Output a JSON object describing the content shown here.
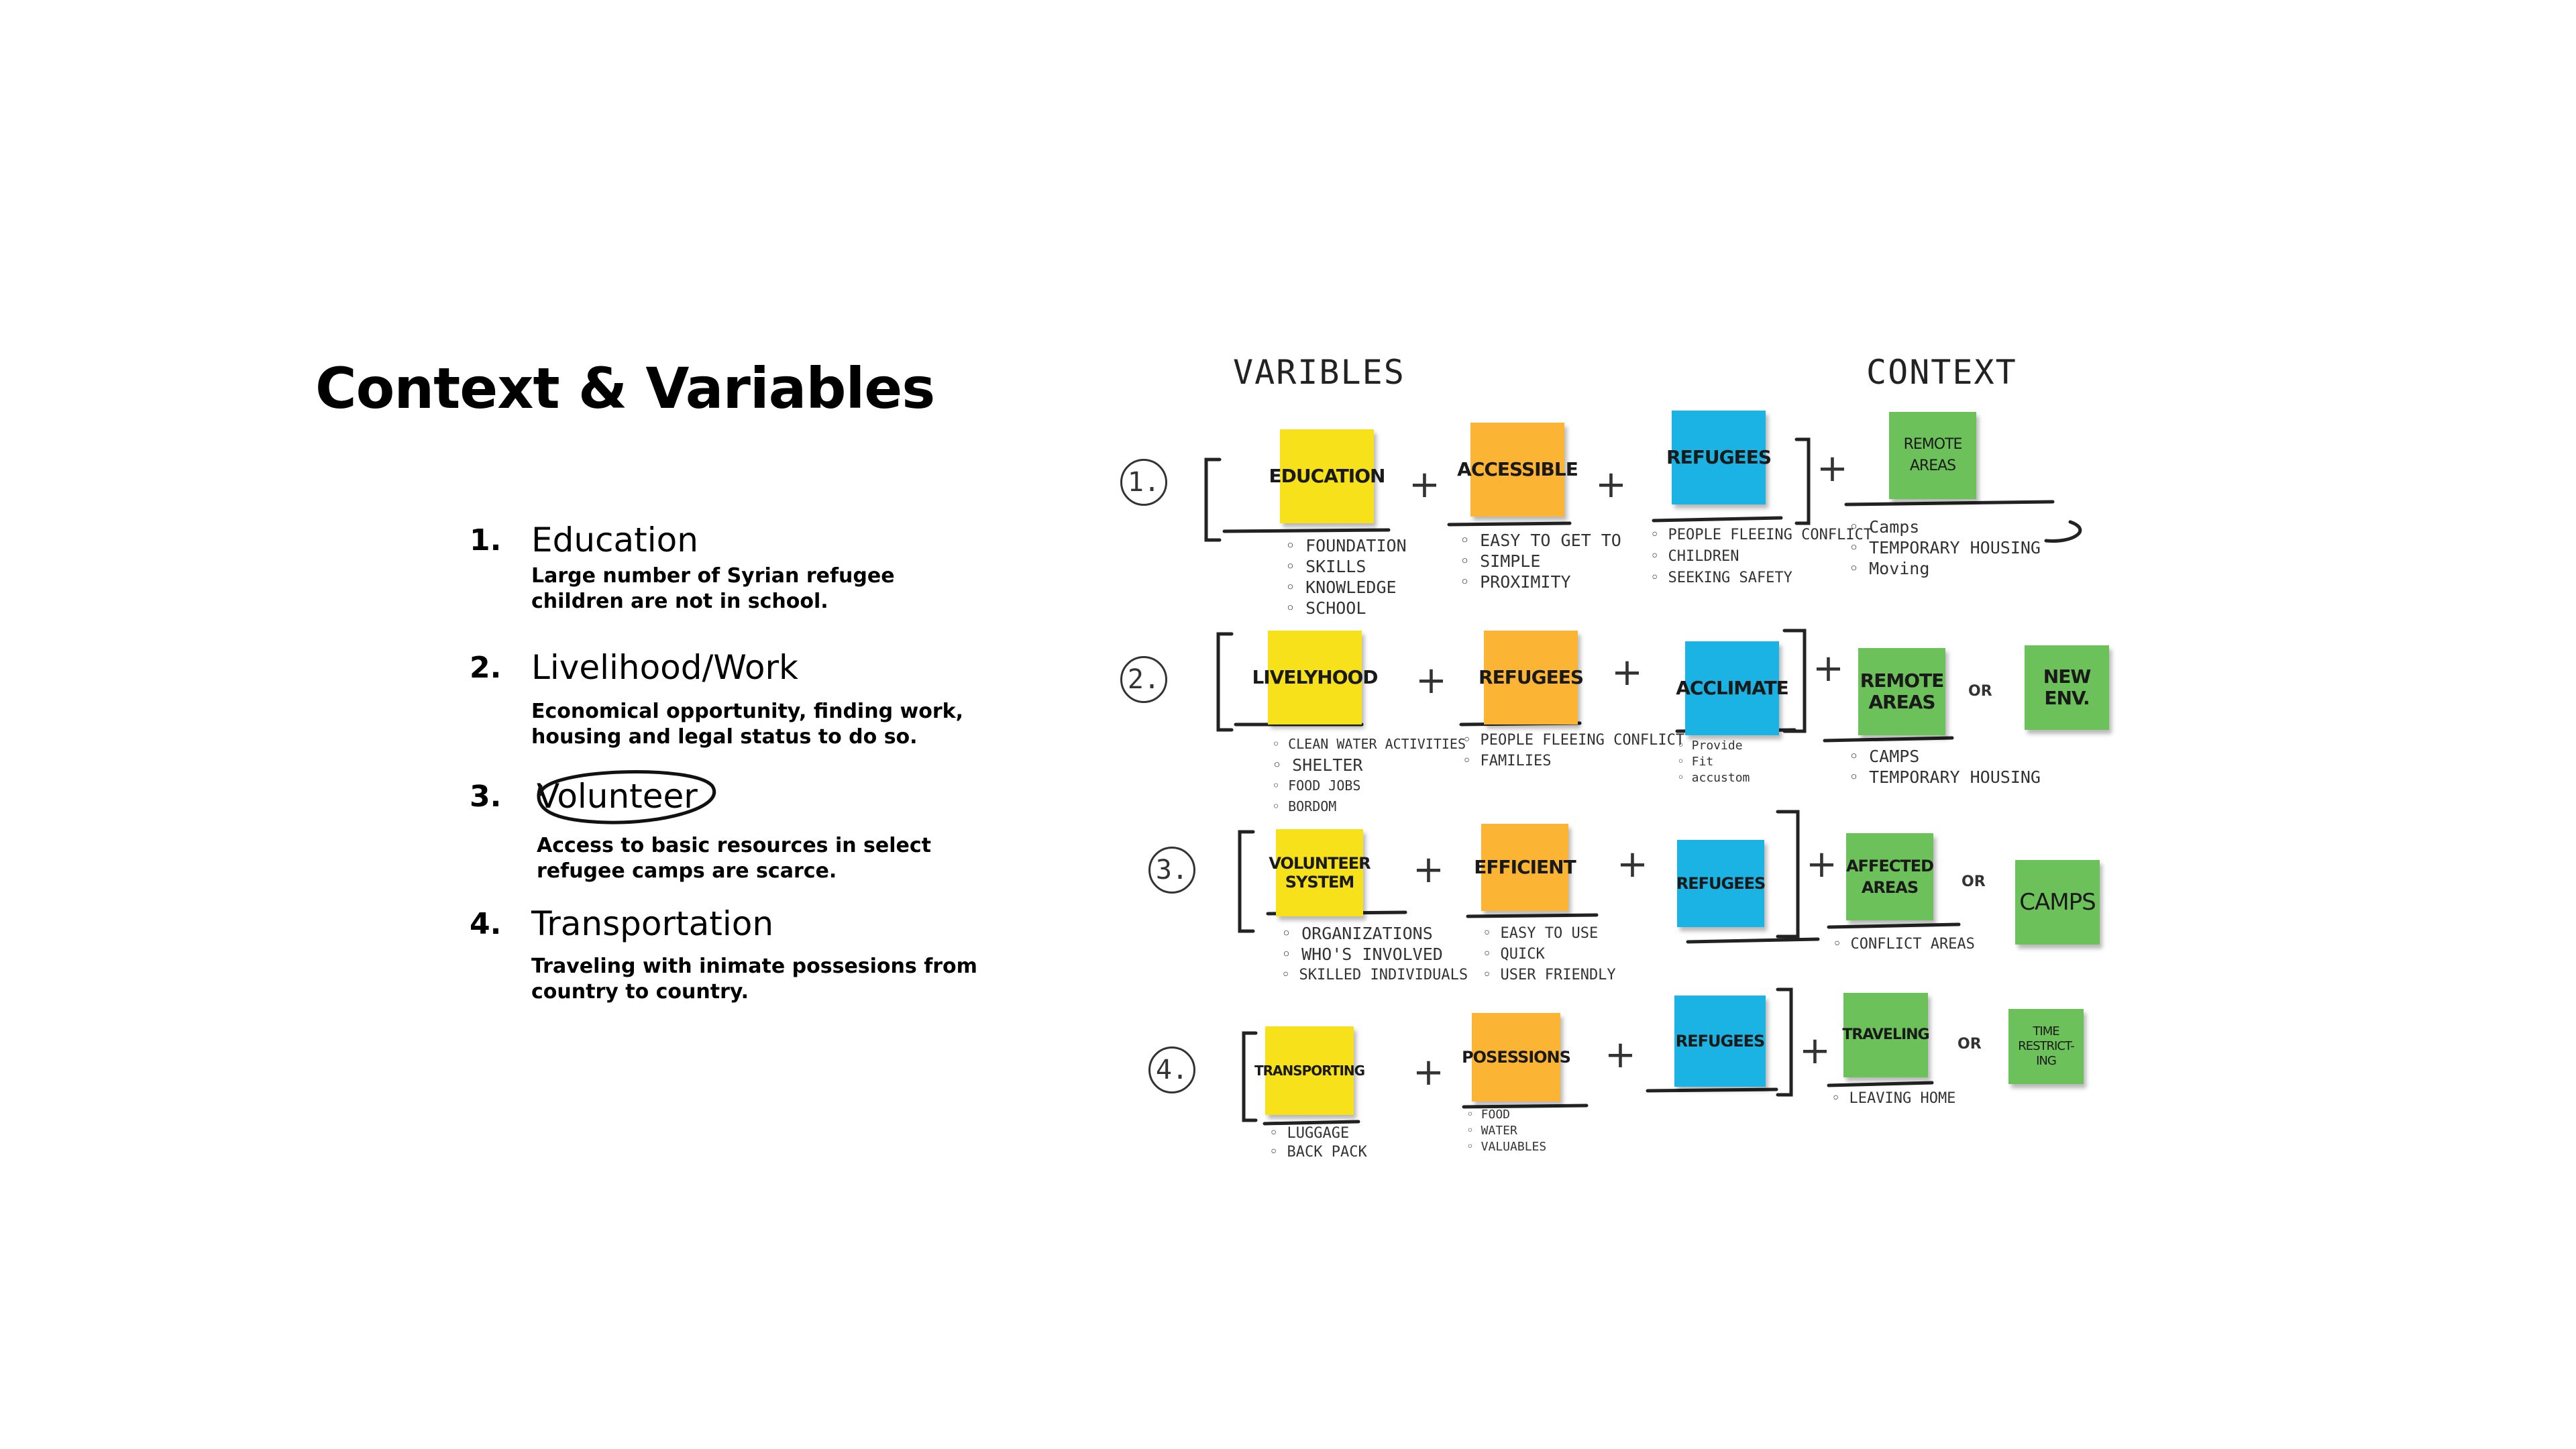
{
  "title": "Context & Variables",
  "items": [
    {
      "num": "1.",
      "heading": "Education",
      "desc": "Large number of Syrian refugee children are not in school."
    },
    {
      "num": "2.",
      "heading": "Livelihood/Work",
      "desc": "Economical opportunity, finding work, housing and legal status to do so."
    },
    {
      "num": "3.",
      "heading": "Volunteer",
      "desc": "Access to basic resources in select refugee camps are scarce."
    },
    {
      "num": "4.",
      "heading": "Transportation",
      "desc": "Traveling with inimate possesions from country to country."
    }
  ],
  "diagram": {
    "headers": {
      "variables": "VARIBLES",
      "context": "CONTEXT"
    },
    "plus": "+",
    "or": "OR",
    "rows": [
      {
        "num": "1.",
        "stickies": [
          {
            "label": "EDUCATION",
            "color": "#f6e11a",
            "notes": [
              "◦ FOUNDATION",
              "◦ SKILLS",
              "◦ KNOWLEDGE",
              "◦ SCHOOL"
            ]
          },
          {
            "label": "ACCESSIBLE",
            "color": "#fcb434",
            "notes": [
              "◦ EASY TO GET TO",
              "◦ SIMPLE",
              "◦ PROXIMITY"
            ]
          },
          {
            "label": "REFUGEES",
            "color": "#1ab3e3",
            "notes": [
              "◦ PEOPLE FLEEING CONFLICT",
              "◦ CHILDREN",
              "◦ SEEKING SAFETY"
            ]
          },
          {
            "label": "REMOTE AREAS",
            "color": "#6cc15a",
            "notes": [
              "◦ Camps",
              "◦ TEMPORARY HOUSING",
              "◦ Moving"
            ]
          }
        ]
      },
      {
        "num": "2.",
        "stickies": [
          {
            "label": "LIVELYHOOD",
            "color": "#f6e11a",
            "notes": [
              "◦ CLEAN WATER ACTIVITIES",
              "◦ SHELTER",
              "◦ FOOD JOBS",
              "◦ BORDOM"
            ]
          },
          {
            "label": "REFUGEES",
            "color": "#fcb434",
            "notes": [
              "◦ PEOPLE FLEEING CONFLICT",
              "◦ FAMILIES"
            ]
          },
          {
            "label": "ACCLIMATE",
            "color": "#1ab3e3",
            "notes": [
              "◦ Provide",
              "◦ Fit",
              "◦ accustom"
            ]
          },
          {
            "label": "REMOTE AREAS",
            "color": "#6cc15a",
            "notes": [
              "◦ CAMPS",
              "◦ TEMPORARY HOUSING"
            ]
          },
          {
            "label": "NEW ENV.",
            "color": "#6cc15a",
            "notes": []
          }
        ]
      },
      {
        "num": "3.",
        "stickies": [
          {
            "label": "VOLUNTEER SYSTEM",
            "color": "#f6e11a",
            "notes": [
              "◦ ORGANIZATIONS",
              "◦ WHO'S INVOLVED",
              "◦ SKILLED INDIVIDUALS"
            ]
          },
          {
            "label": "EFFICIENT",
            "color": "#fcb434",
            "notes": [
              "◦ EASY TO USE",
              "◦ QUICK",
              "◦ USER FRIENDLY"
            ]
          },
          {
            "label": "REFUGEES",
            "color": "#1ab3e3",
            "notes": []
          },
          {
            "label": "AFFECTED AREAS",
            "color": "#6cc15a",
            "notes": [
              "◦ CONFLICT AREAS"
            ]
          },
          {
            "label": "CAMPS",
            "color": "#6cc15a",
            "notes": []
          }
        ]
      },
      {
        "num": "4.",
        "stickies": [
          {
            "label": "TRANSPORTING",
            "color": "#f6e11a",
            "notes": [
              "◦ LUGGAGE",
              "◦ BACK PACK"
            ]
          },
          {
            "label": "POSESSIONS",
            "color": "#fcb434",
            "notes": [
              "◦ FOOD",
              "◦ WATER",
              "◦ VALUABLES"
            ]
          },
          {
            "label": "REFUGEES",
            "color": "#1ab3e3",
            "notes": []
          },
          {
            "label": "TRAVELING",
            "color": "#6cc15a",
            "notes": [
              "◦ LEAVING HOME"
            ]
          },
          {
            "label": "TIME RESTRICT-ING",
            "color": "#6cc15a",
            "notes": []
          }
        ]
      }
    ]
  }
}
